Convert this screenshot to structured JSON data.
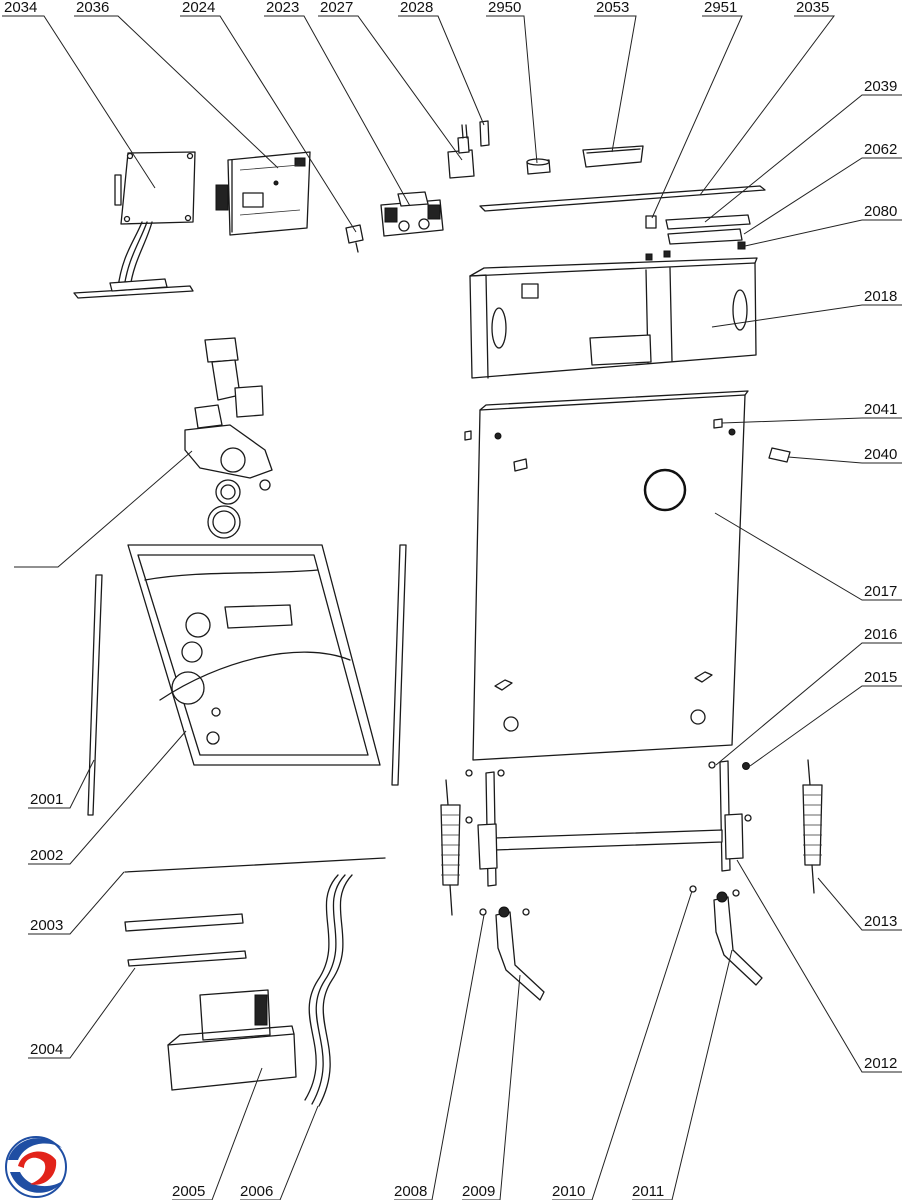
{
  "diagram": {
    "callouts": [
      {
        "id": "2034",
        "label": "2034"
      },
      {
        "id": "2036",
        "label": "2036"
      },
      {
        "id": "2024",
        "label": "2024"
      },
      {
        "id": "2023",
        "label": "2023"
      },
      {
        "id": "2027",
        "label": "2027"
      },
      {
        "id": "2028",
        "label": "2028"
      },
      {
        "id": "2950",
        "label": "2950"
      },
      {
        "id": "2053",
        "label": "2053"
      },
      {
        "id": "2951",
        "label": "2951"
      },
      {
        "id": "2035",
        "label": "2035"
      },
      {
        "id": "2039",
        "label": "2039"
      },
      {
        "id": "2062",
        "label": "2062"
      },
      {
        "id": "2080",
        "label": "2080"
      },
      {
        "id": "2018",
        "label": "2018"
      },
      {
        "id": "2041",
        "label": "2041"
      },
      {
        "id": "2040",
        "label": "2040"
      },
      {
        "id": "2017",
        "label": "2017"
      },
      {
        "id": "2016",
        "label": "2016"
      },
      {
        "id": "2015",
        "label": "2015"
      },
      {
        "id": "2013",
        "label": "2013"
      },
      {
        "id": "2012",
        "label": "2012"
      },
      {
        "id": "2001",
        "label": "2001"
      },
      {
        "id": "2002",
        "label": "2002"
      },
      {
        "id": "2003",
        "label": "2003"
      },
      {
        "id": "2004",
        "label": "2004"
      },
      {
        "id": "2005",
        "label": "2005"
      },
      {
        "id": "2006",
        "label": "2006"
      },
      {
        "id": "2008",
        "label": "2008"
      },
      {
        "id": "2009",
        "label": "2009"
      },
      {
        "id": "2010",
        "label": "2010"
      },
      {
        "id": "2011",
        "label": "2011"
      }
    ]
  },
  "logo": {
    "icon": "swirl-logo-icon",
    "colors": [
      "#1f4ea3",
      "#e2231a"
    ]
  }
}
